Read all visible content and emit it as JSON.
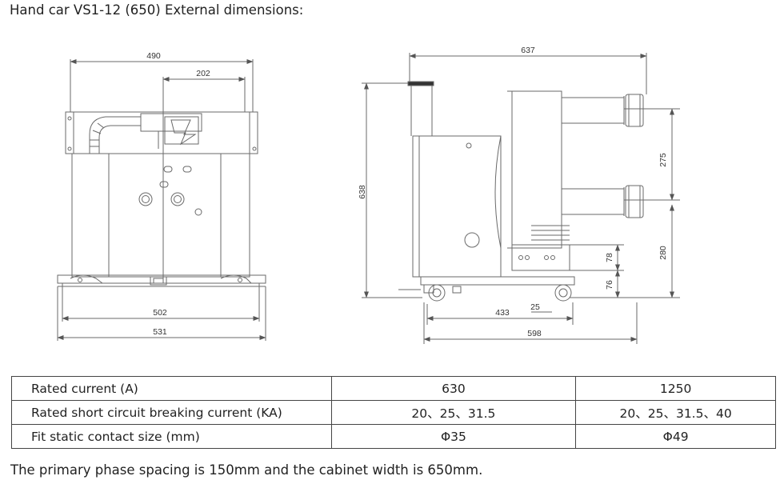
{
  "title": "Hand car VS1-12 (650) External dimensions:",
  "dimensions": {
    "front_width_top": "490",
    "front_half_width": "202",
    "front_inner_width": "502",
    "front_base_width": "531",
    "side_top_depth": "637",
    "side_height": "638",
    "side_phase_height": "275",
    "side_lower_height": "280",
    "side_gap_78": "78",
    "side_gap_76": "76",
    "side_offset_25": "25",
    "side_wheel_span": "433",
    "side_base_depth": "598"
  },
  "table": {
    "rows": [
      {
        "label": "Rated current (A)",
        "v1": "630",
        "v2": "1250"
      },
      {
        "label": "Rated short circuit breaking current (KA)",
        "v1": "20、25、31.5",
        "v2": "20、25、31.5、40"
      },
      {
        "label": "Fit static contact size (mm)",
        "v1": "Φ35",
        "v2": "Φ49"
      }
    ]
  },
  "footnote": "The primary phase spacing is 150mm and the cabinet width is 650mm."
}
